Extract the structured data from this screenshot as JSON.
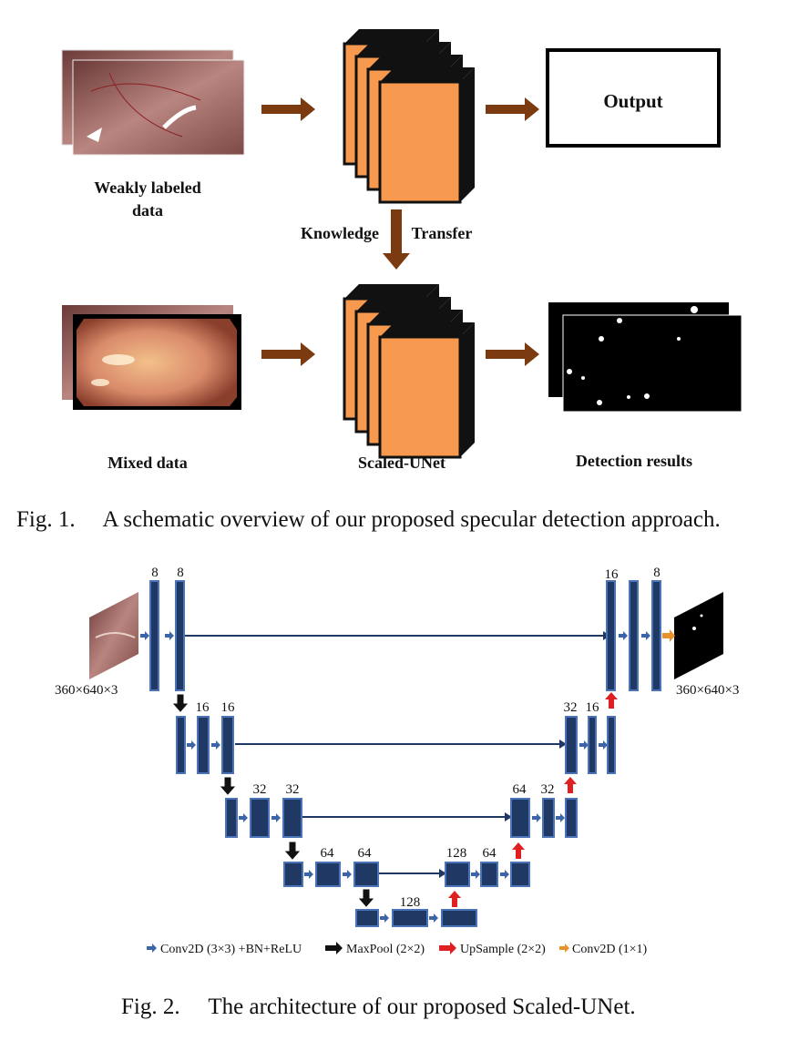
{
  "fig1": {
    "weak_label_line1": "Weakly labeled",
    "weak_label_line2": "data",
    "output_label": "Output",
    "knowledge_label": "Knowledge",
    "transfer_label": "Transfer",
    "mixed_label": "Mixed data",
    "scaled_label": "Scaled-UNet",
    "detection_label": "Detection results",
    "caption": "Fig. 1.     A schematic overview of our proposed specular detection approach.",
    "colors": {
      "block": "#F79A4F",
      "arrow": "#7B3A10"
    }
  },
  "fig2": {
    "input_dim": "360×640×3",
    "output_dim": "360×640×3",
    "channels": {
      "l1_a": "8",
      "l1_b": "8",
      "l2_a": "16",
      "l2_b": "16",
      "l3_a": "32",
      "l3_b": "32",
      "l4_a": "64",
      "l4_b": "64",
      "bottleneck": "128",
      "d4_up": "128",
      "d4_conv": "64",
      "d3_up": "64",
      "d3_conv": "32",
      "d2_up": "32",
      "d2_conv": "16",
      "d1_up": "16",
      "d1_conv": "8"
    },
    "legend": {
      "conv": "Conv2D (3×3) +BN+ReLU",
      "maxpool": "MaxPool (2×2)",
      "upsample": "UpSample (2×2)",
      "conv1x1": "Conv2D (1×1)"
    },
    "caption": "Fig. 2.     The architecture of our proposed Scaled-UNet.",
    "colors": {
      "block": "#1F3864",
      "border": "#4A73B8",
      "up": "#E02020",
      "pool": "#111111",
      "out": "#E8922B"
    }
  }
}
